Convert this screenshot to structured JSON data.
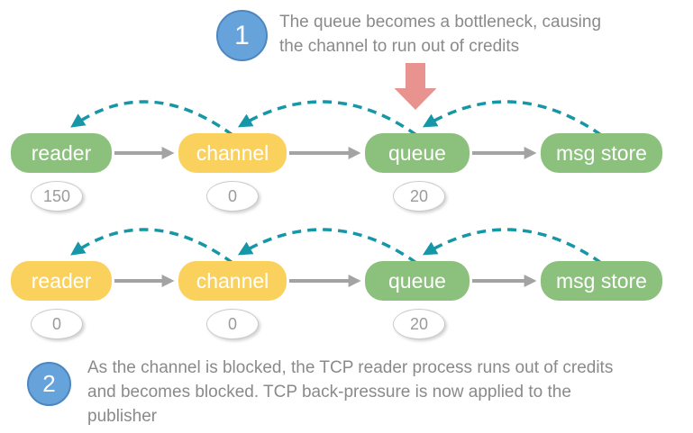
{
  "annotations": {
    "step1": {
      "number": "1",
      "lines": [
        "The queue becomes a bottleneck, causing",
        "the channel to run out of credits"
      ]
    },
    "step2": {
      "number": "2",
      "lines": [
        "As the channel is blocked, the TCP reader process runs out of credits",
        "and becomes blocked. TCP back-pressure is now applied to the",
        "publisher"
      ]
    }
  },
  "rows": [
    {
      "name": "stage-1",
      "nodes": [
        {
          "label": "reader",
          "state": "ok",
          "credits": "150"
        },
        {
          "label": "channel",
          "state": "blocked",
          "credits": "0"
        },
        {
          "label": "queue",
          "state": "ok",
          "credits": "20"
        },
        {
          "label": "msg store",
          "state": "ok"
        }
      ]
    },
    {
      "name": "stage-2",
      "nodes": [
        {
          "label": "reader",
          "state": "blocked",
          "credits": "0"
        },
        {
          "label": "channel",
          "state": "blocked",
          "credits": "0"
        },
        {
          "label": "queue",
          "state": "ok",
          "credits": "20"
        },
        {
          "label": "msg store",
          "state": "ok"
        }
      ]
    }
  ],
  "colors": {
    "node_ok_green": "#8CC07D",
    "node_blocked_yellow": "#FBD15E",
    "credit_flow_teal": "#1697A7",
    "bottleneck_pink": "#E8938F",
    "step_badge_blue": "#67A3DB",
    "flow_arrow_gray": "#A3A3A3",
    "annotation_text_gray": "#8A8A8A"
  }
}
